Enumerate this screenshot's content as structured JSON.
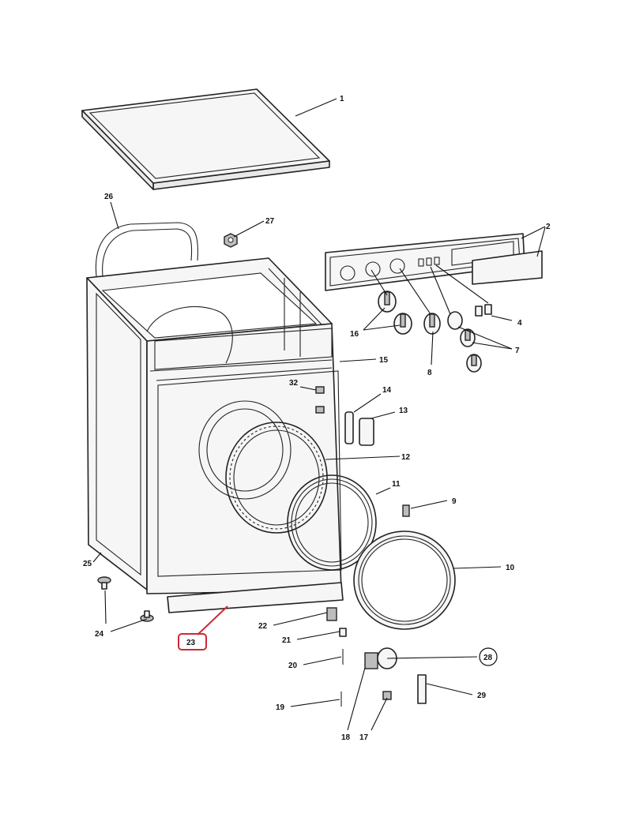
{
  "diagram": {
    "highlight_color": "#cc2a36",
    "callouts": {
      "p1": "1",
      "p2": "2",
      "p4": "4",
      "p7": "7",
      "p8": "8",
      "p9": "9",
      "p10": "10",
      "p11": "11",
      "p12": "12",
      "p13": "13",
      "p14": "14",
      "p15": "15",
      "p16": "16",
      "p17": "17",
      "p18": "18",
      "p19": "19",
      "p20": "20",
      "p21": "21",
      "p22": "22",
      "p23": "23",
      "p24": "24",
      "p25": "25",
      "p26": "26",
      "p27": "27",
      "p28": "28",
      "p29": "29",
      "p32": "32"
    }
  }
}
